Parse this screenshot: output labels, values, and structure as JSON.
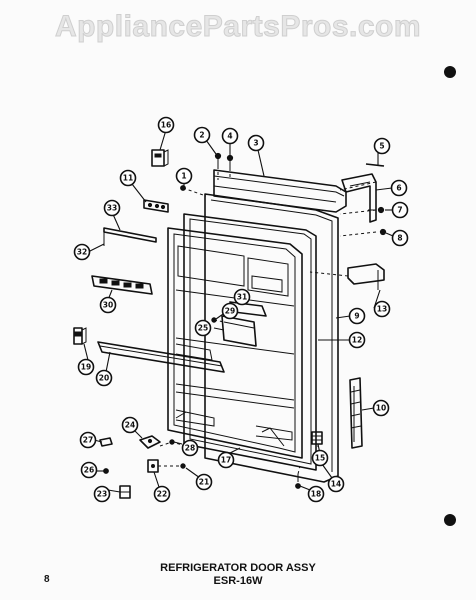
{
  "watermark": "AppliancePartsPros.com",
  "caption": {
    "line1": "REFRIGERATOR DOOR ASSY",
    "line2": "ESR-16W"
  },
  "page_number": "8",
  "callouts": [
    {
      "label": "1"
    },
    {
      "label": "2"
    },
    {
      "label": "3"
    },
    {
      "label": "4"
    },
    {
      "label": "5"
    },
    {
      "label": "6"
    },
    {
      "label": "7"
    },
    {
      "label": "8"
    },
    {
      "label": "9"
    },
    {
      "label": "10"
    },
    {
      "label": "11"
    },
    {
      "label": "12"
    },
    {
      "label": "13"
    },
    {
      "label": "14"
    },
    {
      "label": "15"
    },
    {
      "label": "16"
    },
    {
      "label": "17"
    },
    {
      "label": "18"
    },
    {
      "label": "19"
    },
    {
      "label": "20"
    },
    {
      "label": "21"
    },
    {
      "label": "22"
    },
    {
      "label": "23"
    },
    {
      "label": "24"
    },
    {
      "label": "25"
    },
    {
      "label": "26"
    },
    {
      "label": "27"
    },
    {
      "label": "28"
    },
    {
      "label": "29"
    },
    {
      "label": "30"
    },
    {
      "label": "31"
    },
    {
      "label": "32"
    },
    {
      "label": "33"
    }
  ]
}
